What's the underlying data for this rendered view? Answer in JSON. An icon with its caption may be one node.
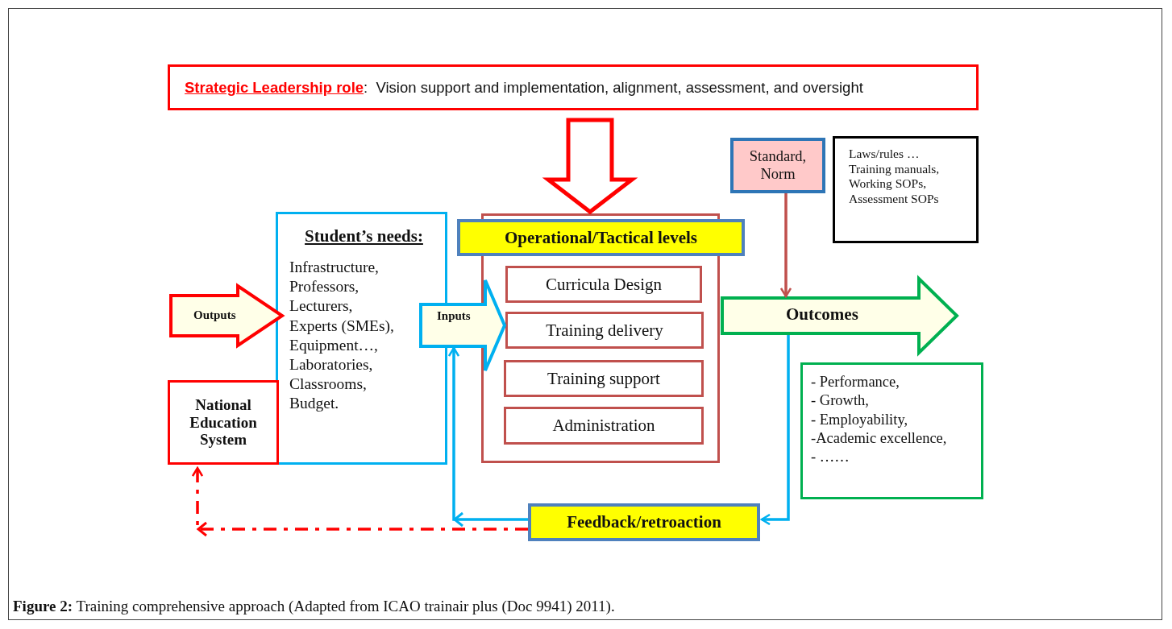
{
  "diagram": {
    "caption": "**Figure 2:** Training comprehensive approach (Adapted from ICAO trainair plus (Doc 9941) 2011).",
    "nodes": [
      {
        "text": [
          "**Strategic Leadership role**:  Vision support and implementation, alignment, assessment, and oversight"
        ]
      },
      {
        "text": [
          "Student’s needs:",
          "Infrastructure,",
          "Professors,",
          "Lecturers,",
          "Experts (SMEs),",
          "Equipment…,",
          "Laboratories,",
          "Classrooms,",
          "Budget."
        ]
      },
      {
        "text": [
          "National Education System"
        ]
      },
      {
        "text": [],
        "shape": "box"
      },
      {
        "text": [
          "Operational/Tactical levels"
        ]
      },
      {
        "text": [
          "Curricula Design"
        ],
        "in": 3
      },
      {
        "text": [
          "Training delivery"
        ],
        "in": 3
      },
      {
        "text": [
          "Training support"
        ],
        "in": 3
      },
      {
        "text": [
          "Administration"
        ],
        "in": 3
      },
      {
        "text": [
          "Standard, Norm"
        ]
      },
      {
        "text": [
          "Laws/rules …",
          "Training manuals,",
          "Working SOPs,",
          "Assessment  SOPs"
        ]
      },
      {
        "text": [
          "- Performance,",
          "- Growth,",
          "- Employability,",
          "-Academic excellence,",
          "- ……"
        ]
      },
      {
        "text": [
          "Feedback/retroaction"
        ]
      }
    ],
    "edges": [
      {
        "from": 0,
        "to": 3,
        "arrow": "to",
        "style": "thick",
        "color": "#ff0000"
      },
      {
        "from": 2,
        "to": 1,
        "label": "Outputs",
        "arrow": "to",
        "style": "thick",
        "color": "#ff0000"
      },
      {
        "from": 1,
        "to": 3,
        "label": "Inputs",
        "arrow": "to",
        "style": "thick"
      },
      {
        "from": 3,
        "to": null,
        "label": "Outcomes",
        "arrow": "to",
        "style": "thick",
        "color": "#00b050"
      },
      {
        "from": 9,
        "to": null,
        "arrow": "to",
        "color": "#c0504d"
      },
      {
        "from": null,
        "to": 12,
        "arrow": "to"
      },
      {
        "from": 12,
        "to": 1,
        "arrow": "to"
      },
      {
        "from": 12,
        "to": 2,
        "arrow": "to",
        "style": "dashed",
        "color": "#ff0000"
      }
    ]
  }
}
